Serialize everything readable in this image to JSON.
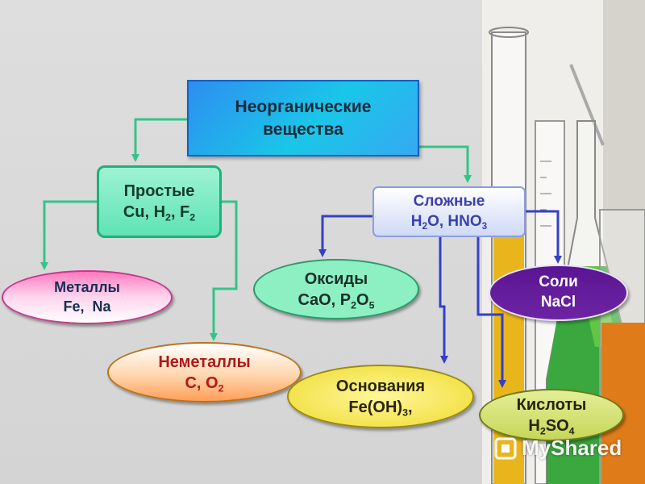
{
  "root": {
    "line1": "Неорганические",
    "line2": "вещества"
  },
  "simple": {
    "title": "Простые",
    "formula": [
      "Cu, H",
      "2",
      ", F",
      "2"
    ]
  },
  "complex": {
    "title": "Сложные",
    "formula": [
      "H",
      "2",
      "O, HNO",
      "3"
    ]
  },
  "metals": {
    "title": "Металлы",
    "examples": "Fe,  Na"
  },
  "nonmetals": {
    "title": "Неметаллы",
    "formula": [
      "C, O",
      "2"
    ]
  },
  "oxides": {
    "title": "Оксиды",
    "formula": [
      "CaO, P",
      "2",
      "O",
      "5"
    ]
  },
  "bases": {
    "title": "Основания",
    "formula": [
      "Fe(OH)",
      "3",
      ","
    ]
  },
  "salts": {
    "title": "Соли",
    "formula": "NaCl"
  },
  "acids": {
    "title": "Кислоты",
    "formula": [
      "H",
      "2",
      "SO",
      "4"
    ]
  },
  "watermark": "MyShared",
  "colors": {
    "green_arrow": "#33c48a",
    "blue_arrow": "#3340c8",
    "root_fill": "#1ac6e8"
  }
}
